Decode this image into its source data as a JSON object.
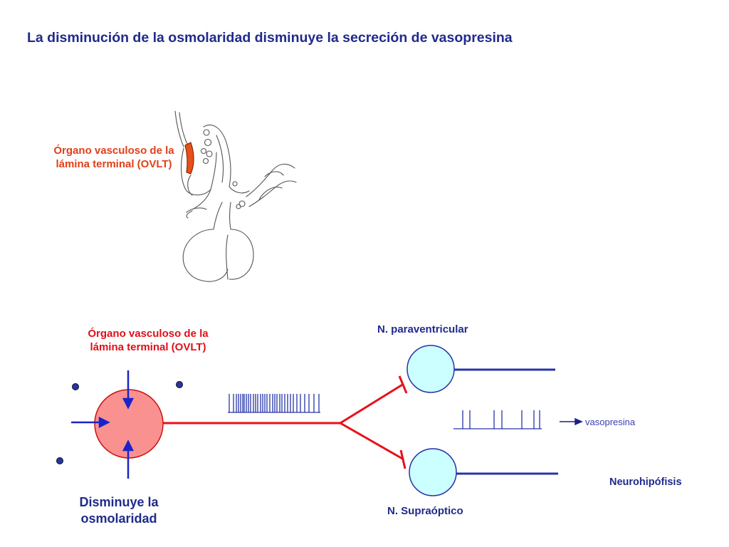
{
  "title": "La disminución de la osmolaridad disminuye la secreción de vasopresina",
  "anatomy_label": {
    "line1": "Órgano vasculoso de la",
    "line2": "lámina terminal (OVLT)"
  },
  "ovlt_label": {
    "line1": "Órgano vasculoso de la",
    "line2": "lámina terminal (OVLT)"
  },
  "stimulus_label": {
    "line1": "Disminuye la",
    "line2": "osmolaridad"
  },
  "paraventricular_label": "N. paraventricular",
  "supraoptic_label": "N. Supraóptico",
  "output_label": "vasopresina",
  "neurohypophysis_label": "Neurohipófisis",
  "colors": {
    "title": "#1f2a8c",
    "ovlt_cell": "#f99191",
    "nucleus_cell": "#ccffff",
    "red_path": "#e8101a",
    "blue_path": "#2634a8"
  }
}
